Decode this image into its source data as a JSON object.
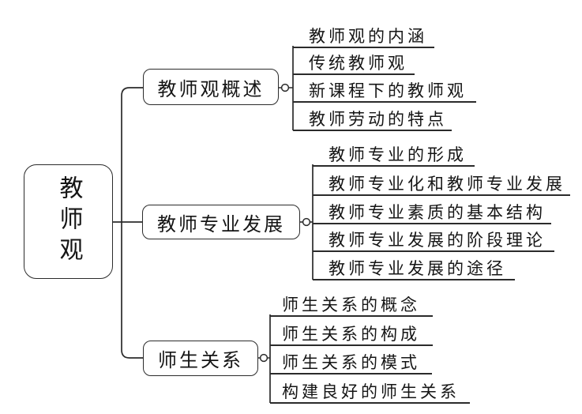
{
  "root": {
    "label": "教师观"
  },
  "branches": [
    {
      "label": "教师观概述",
      "children": [
        "教师观的内涵",
        "传统教师观",
        "新课程下的教师观",
        "教师劳动的特点"
      ]
    },
    {
      "label": "教师专业发展",
      "children": [
        "教师专业的形成",
        "教师专业化和教师专业发展",
        "教师专业素质的基本结构",
        "教师专业发展的阶段理论",
        "教师专业发展的途径"
      ]
    },
    {
      "label": "师生关系",
      "children": [
        "师生关系的概念",
        "师生关系的构成",
        "师生关系的模式",
        "构建良好的师生关系"
      ]
    }
  ],
  "colors": {
    "line": "#2b2b2b",
    "text": "#151515",
    "background": "#ffffff"
  }
}
